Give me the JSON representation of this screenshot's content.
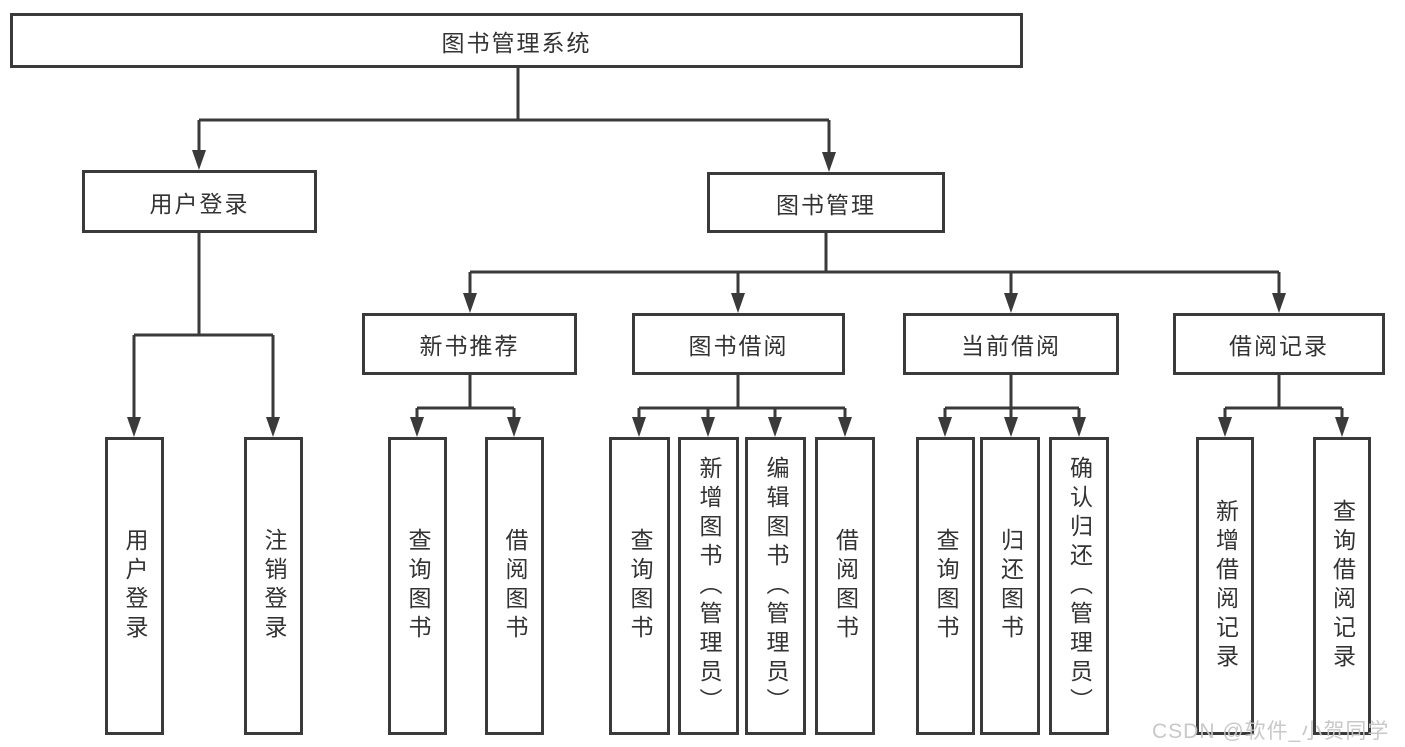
{
  "colors": {
    "line": "#3a3a3a",
    "text": "#333333",
    "box_background": "#ffffff",
    "page_background": "#ffffff",
    "watermark": "#c5c5c5"
  },
  "watermark": {
    "text": "CSDN @软件_小贺同学"
  },
  "diagram": {
    "root": {
      "label": "图书管理系统"
    },
    "level2": [
      {
        "label": "用户登录"
      },
      {
        "label": "图书管理"
      }
    ],
    "level3": [
      {
        "label": "新书推荐"
      },
      {
        "label": "图书借阅"
      },
      {
        "label": "当前借阅"
      },
      {
        "label": "借阅记录"
      }
    ],
    "leaves": {
      "user_login": [
        "用户登录",
        "注销登录"
      ],
      "new_book": [
        "查询图书",
        "借阅图书"
      ],
      "book_borrow": [
        "查询图书",
        "新增图书（管理员）",
        "编辑图书（管理员）",
        "借阅图书"
      ],
      "current_borrow": [
        "查询图书",
        "归还图书",
        "确认归还（管理员）"
      ],
      "borrow_record": [
        "新增借阅记录",
        "查询借阅记录"
      ]
    }
  }
}
